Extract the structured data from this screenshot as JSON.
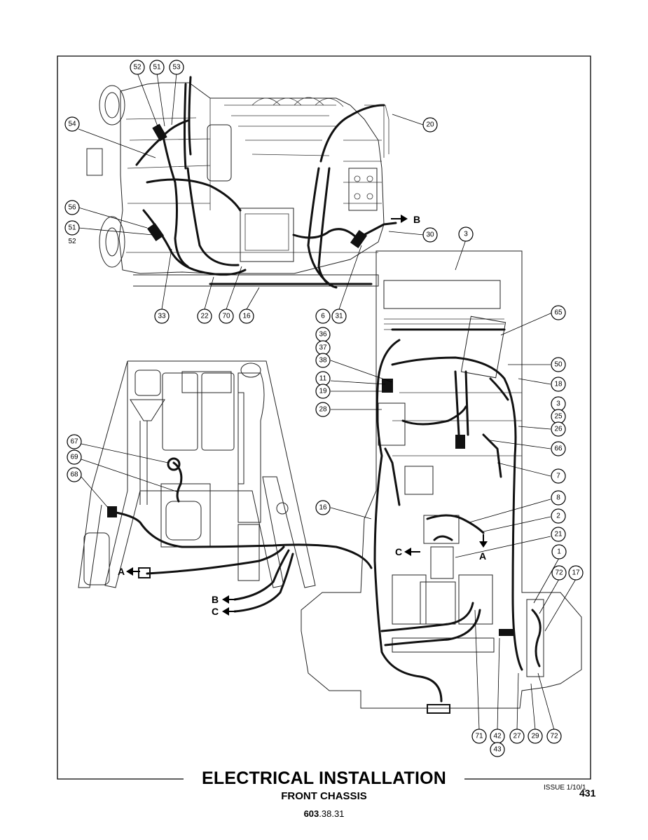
{
  "title": "ELECTRICAL INSTALLATION",
  "subtitle": "FRONT CHASSIS",
  "reference": {
    "bold_part": "603",
    "rest": ".38.31"
  },
  "issue": "ISSUE 1/10/1",
  "page_number": "431",
  "connector_labels": {
    "A_top": "A",
    "A_left": "A",
    "B_top": "B",
    "B_left": "B",
    "C_left": "C",
    "C_mid": "C"
  },
  "callouts": [
    {
      "id": "c52a",
      "label": "52"
    },
    {
      "id": "c51a",
      "label": "51"
    },
    {
      "id": "c53",
      "label": "53"
    },
    {
      "id": "c54",
      "label": "54"
    },
    {
      "id": "c20",
      "label": "20"
    },
    {
      "id": "c56",
      "label": "56"
    },
    {
      "id": "c51b",
      "label": "51"
    },
    {
      "id": "c30",
      "label": "30"
    },
    {
      "id": "c3a",
      "label": "3"
    },
    {
      "id": "c33",
      "label": "33"
    },
    {
      "id": "c22",
      "label": "22"
    },
    {
      "id": "c70",
      "label": "70"
    },
    {
      "id": "c16a",
      "label": "16"
    },
    {
      "id": "c6",
      "label": "6"
    },
    {
      "id": "c31",
      "label": "31"
    },
    {
      "id": "c65",
      "label": "65"
    },
    {
      "id": "c36",
      "label": "36"
    },
    {
      "id": "c37",
      "label": "37"
    },
    {
      "id": "c38",
      "label": "38"
    },
    {
      "id": "c50",
      "label": "50"
    },
    {
      "id": "c11",
      "label": "11"
    },
    {
      "id": "c18",
      "label": "18"
    },
    {
      "id": "c19",
      "label": "19"
    },
    {
      "id": "c3b",
      "label": "3"
    },
    {
      "id": "c25",
      "label": "25"
    },
    {
      "id": "c28",
      "label": "28"
    },
    {
      "id": "c26",
      "label": "26"
    },
    {
      "id": "c67",
      "label": "67"
    },
    {
      "id": "c66",
      "label": "66"
    },
    {
      "id": "c69",
      "label": "69"
    },
    {
      "id": "c68",
      "label": "68"
    },
    {
      "id": "c7",
      "label": "7"
    },
    {
      "id": "c16b",
      "label": "16"
    },
    {
      "id": "c8",
      "label": "8"
    },
    {
      "id": "c2",
      "label": "2"
    },
    {
      "id": "c21",
      "label": "21"
    },
    {
      "id": "c1",
      "label": "1"
    },
    {
      "id": "c72a",
      "label": "72"
    },
    {
      "id": "c17",
      "label": "17"
    },
    {
      "id": "c71",
      "label": "71"
    },
    {
      "id": "c42",
      "label": "42"
    },
    {
      "id": "c43",
      "label": "43"
    },
    {
      "id": "c27",
      "label": "27"
    },
    {
      "id": "c29",
      "label": "29"
    },
    {
      "id": "c72b",
      "label": "72"
    }
  ],
  "stacked_labels": {
    "s52": "52"
  }
}
